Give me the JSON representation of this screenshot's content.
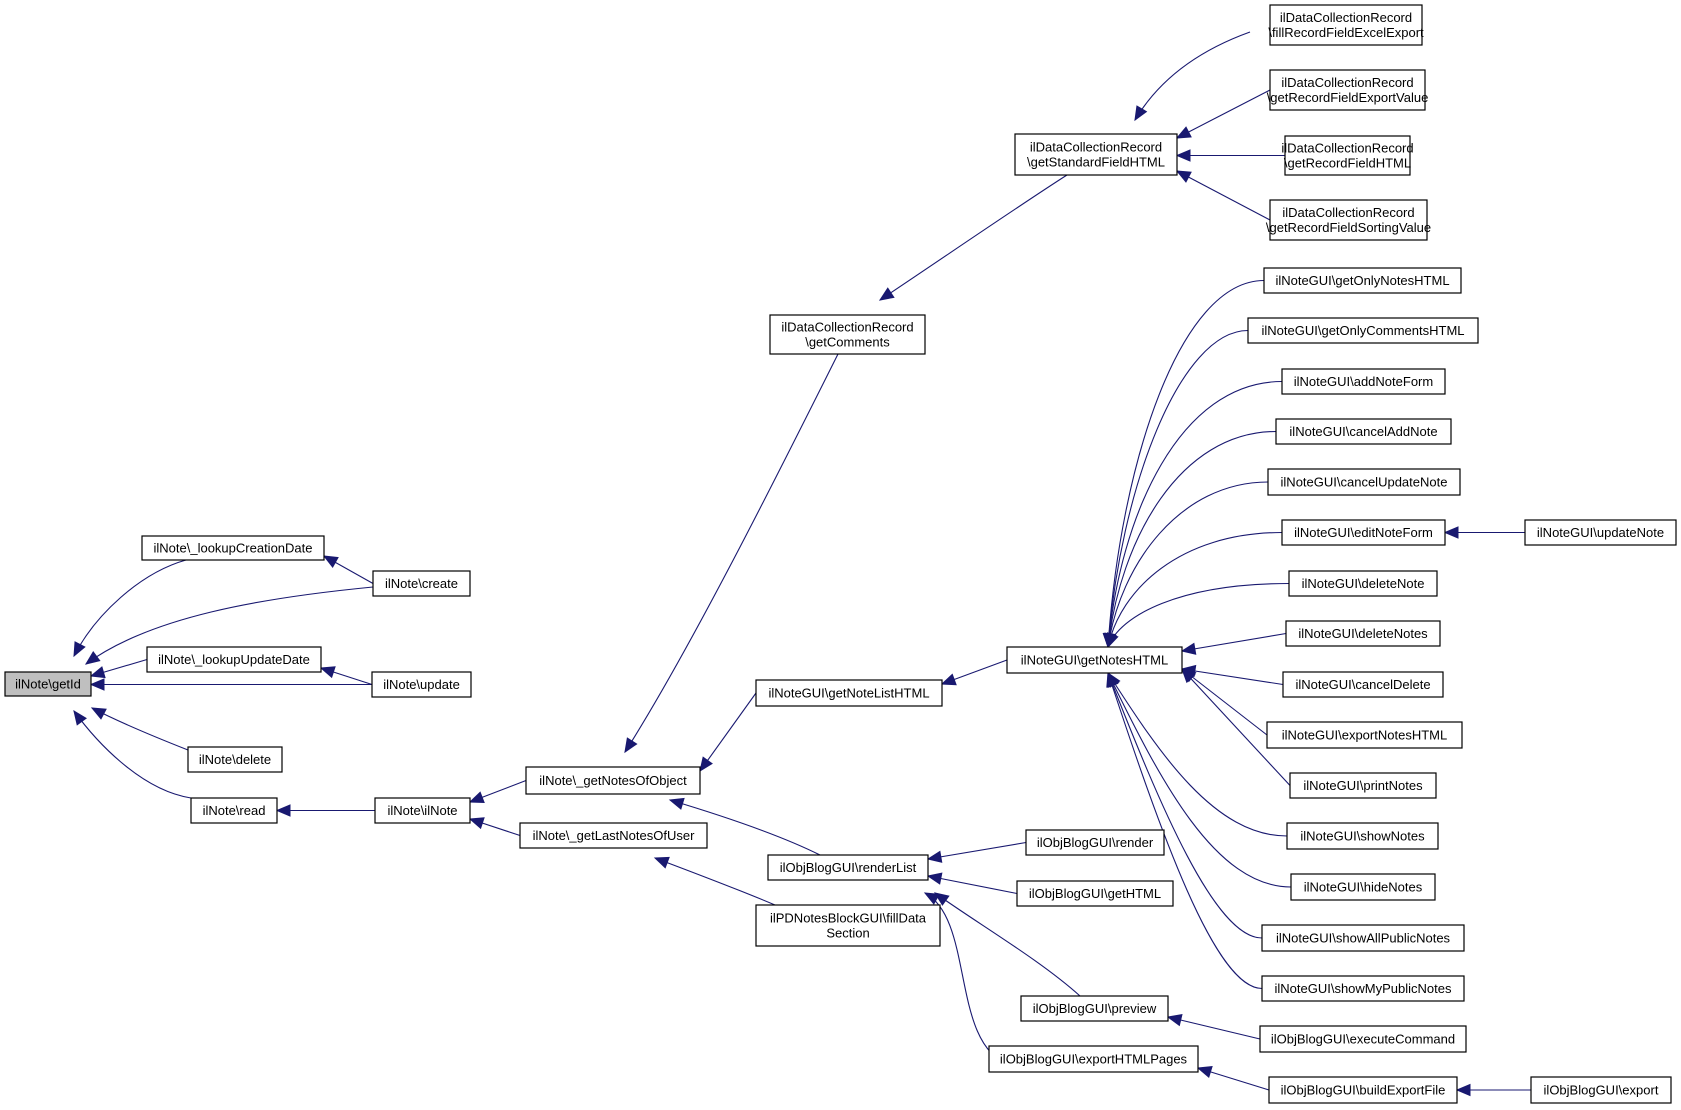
{
  "colors": {
    "edge": "#191970",
    "root_fill": "#bfbfbf",
    "node_fill": "#ffffff",
    "node_border": "#000000"
  },
  "nodes": [
    {
      "id": "getId",
      "lines": [
        "ilNote\\getId"
      ]
    },
    {
      "id": "lookupCreationDate",
      "lines": [
        "ilNote\\_lookupCreationDate"
      ]
    },
    {
      "id": "create",
      "lines": [
        "ilNote\\create"
      ]
    },
    {
      "id": "lookupUpdateDate",
      "lines": [
        "ilNote\\_lookupUpdateDate"
      ]
    },
    {
      "id": "update",
      "lines": [
        "ilNote\\update"
      ]
    },
    {
      "id": "delete",
      "lines": [
        "ilNote\\delete"
      ]
    },
    {
      "id": "read",
      "lines": [
        "ilNote\\read"
      ]
    },
    {
      "id": "ilNote",
      "lines": [
        "ilNote\\ilNote"
      ]
    },
    {
      "id": "getNotesOfObject",
      "lines": [
        "ilNote\\_getNotesOfObject"
      ]
    },
    {
      "id": "getLastNotesOfUser",
      "lines": [
        "ilNote\\_getLastNotesOfUser"
      ]
    },
    {
      "id": "dcGetComments",
      "lines": [
        "ilDataCollectionRecord",
        "\\getComments"
      ]
    },
    {
      "id": "dcGetStandardFieldHTML",
      "lines": [
        "ilDataCollectionRecord",
        "\\getStandardFieldHTML"
      ]
    },
    {
      "id": "dcFillExcel",
      "lines": [
        "ilDataCollectionRecord",
        "\\fillRecordFieldExcelExport"
      ]
    },
    {
      "id": "dcExportValue",
      "lines": [
        "ilDataCollectionRecord",
        "\\getRecordFieldExportValue"
      ]
    },
    {
      "id": "dcFieldHTML",
      "lines": [
        "ilDataCollectionRecord",
        "\\getRecordFieldHTML"
      ]
    },
    {
      "id": "dcSortingValue",
      "lines": [
        "ilDataCollectionRecord",
        "\\getRecordFieldSortingValue"
      ]
    },
    {
      "id": "getNoteListHTML",
      "lines": [
        "ilNoteGUI\\getNoteListHTML"
      ]
    },
    {
      "id": "getNotesHTML",
      "lines": [
        "ilNoteGUI\\getNotesHTML"
      ]
    },
    {
      "id": "renderList",
      "lines": [
        "ilObjBlogGUI\\renderList"
      ]
    },
    {
      "id": "pdFillData",
      "lines": [
        "ilPDNotesBlockGUI\\fillData",
        "Section"
      ]
    },
    {
      "id": "getOnlyNotesHTML",
      "lines": [
        "ilNoteGUI\\getOnlyNotesHTML"
      ]
    },
    {
      "id": "getOnlyCommentsHTML",
      "lines": [
        "ilNoteGUI\\getOnlyCommentsHTML"
      ]
    },
    {
      "id": "addNoteForm",
      "lines": [
        "ilNoteGUI\\addNoteForm"
      ]
    },
    {
      "id": "cancelAddNote",
      "lines": [
        "ilNoteGUI\\cancelAddNote"
      ]
    },
    {
      "id": "cancelUpdateNote",
      "lines": [
        "ilNoteGUI\\cancelUpdateNote"
      ]
    },
    {
      "id": "editNoteForm",
      "lines": [
        "ilNoteGUI\\editNoteForm"
      ]
    },
    {
      "id": "updateNote",
      "lines": [
        "ilNoteGUI\\updateNote"
      ]
    },
    {
      "id": "deleteNote",
      "lines": [
        "ilNoteGUI\\deleteNote"
      ]
    },
    {
      "id": "deleteNotes",
      "lines": [
        "ilNoteGUI\\deleteNotes"
      ]
    },
    {
      "id": "cancelDelete",
      "lines": [
        "ilNoteGUI\\cancelDelete"
      ]
    },
    {
      "id": "exportNotesHTML",
      "lines": [
        "ilNoteGUI\\exportNotesHTML"
      ]
    },
    {
      "id": "printNotes",
      "lines": [
        "ilNoteGUI\\printNotes"
      ]
    },
    {
      "id": "showNotes",
      "lines": [
        "ilNoteGUI\\showNotes"
      ]
    },
    {
      "id": "hideNotes",
      "lines": [
        "ilNoteGUI\\hideNotes"
      ]
    },
    {
      "id": "showAllPublicNotes",
      "lines": [
        "ilNoteGUI\\showAllPublicNotes"
      ]
    },
    {
      "id": "showMyPublicNotes",
      "lines": [
        "ilNoteGUI\\showMyPublicNotes"
      ]
    },
    {
      "id": "blogRender",
      "lines": [
        "ilObjBlogGUI\\render"
      ]
    },
    {
      "id": "blogGetHTML",
      "lines": [
        "ilObjBlogGUI\\getHTML"
      ]
    },
    {
      "id": "blogPreview",
      "lines": [
        "ilObjBlogGUI\\preview"
      ]
    },
    {
      "id": "blogExportHTMLPages",
      "lines": [
        "ilObjBlogGUI\\exportHTMLPages"
      ]
    },
    {
      "id": "blogExecuteCommand",
      "lines": [
        "ilObjBlogGUI\\executeCommand"
      ]
    },
    {
      "id": "blogBuildExportFile",
      "lines": [
        "ilObjBlogGUI\\buildExportFile"
      ]
    },
    {
      "id": "blogExport",
      "lines": [
        "ilObjBlogGUI\\export"
      ]
    }
  ],
  "edges": [
    {
      "from": "lookupCreationDate",
      "to": "getId"
    },
    {
      "from": "create",
      "to": "getId"
    },
    {
      "from": "lookupUpdateDate",
      "to": "getId"
    },
    {
      "from": "update",
      "to": "getId"
    },
    {
      "from": "delete",
      "to": "getId"
    },
    {
      "from": "read",
      "to": "getId"
    },
    {
      "from": "create",
      "to": "lookupCreationDate"
    },
    {
      "from": "update",
      "to": "lookupUpdateDate"
    },
    {
      "from": "ilNote",
      "to": "read"
    },
    {
      "from": "getNotesOfObject",
      "to": "ilNote"
    },
    {
      "from": "getLastNotesOfUser",
      "to": "ilNote"
    },
    {
      "from": "dcGetComments",
      "to": "getNotesOfObject"
    },
    {
      "from": "getNoteListHTML",
      "to": "getNotesOfObject"
    },
    {
      "from": "renderList",
      "to": "getNotesOfObject"
    },
    {
      "from": "pdFillData",
      "to": "getLastNotesOfUser"
    },
    {
      "from": "dcGetStandardFieldHTML",
      "to": "dcGetComments"
    },
    {
      "from": "dcFillExcel",
      "to": "dcGetStandardFieldHTML"
    },
    {
      "from": "dcExportValue",
      "to": "dcGetStandardFieldHTML"
    },
    {
      "from": "dcFieldHTML",
      "to": "dcGetStandardFieldHTML"
    },
    {
      "from": "dcSortingValue",
      "to": "dcGetStandardFieldHTML"
    },
    {
      "from": "getNotesHTML",
      "to": "getNoteListHTML"
    },
    {
      "from": "getOnlyNotesHTML",
      "to": "getNotesHTML"
    },
    {
      "from": "getOnlyCommentsHTML",
      "to": "getNotesHTML"
    },
    {
      "from": "addNoteForm",
      "to": "getNotesHTML"
    },
    {
      "from": "cancelAddNote",
      "to": "getNotesHTML"
    },
    {
      "from": "cancelUpdateNote",
      "to": "getNotesHTML"
    },
    {
      "from": "editNoteForm",
      "to": "getNotesHTML"
    },
    {
      "from": "deleteNote",
      "to": "getNotesHTML"
    },
    {
      "from": "deleteNotes",
      "to": "getNotesHTML"
    },
    {
      "from": "cancelDelete",
      "to": "getNotesHTML"
    },
    {
      "from": "exportNotesHTML",
      "to": "getNotesHTML"
    },
    {
      "from": "printNotes",
      "to": "getNotesHTML"
    },
    {
      "from": "showNotes",
      "to": "getNotesHTML"
    },
    {
      "from": "hideNotes",
      "to": "getNotesHTML"
    },
    {
      "from": "showAllPublicNotes",
      "to": "getNotesHTML"
    },
    {
      "from": "showMyPublicNotes",
      "to": "getNotesHTML"
    },
    {
      "from": "updateNote",
      "to": "editNoteForm"
    },
    {
      "from": "blogRender",
      "to": "renderList"
    },
    {
      "from": "blogGetHTML",
      "to": "renderList"
    },
    {
      "from": "blogPreview",
      "to": "renderList"
    },
    {
      "from": "blogExportHTMLPages",
      "to": "renderList"
    },
    {
      "from": "blogExecuteCommand",
      "to": "blogPreview"
    },
    {
      "from": "blogBuildExportFile",
      "to": "blogExportHTMLPages"
    },
    {
      "from": "blogExport",
      "to": "blogBuildExportFile"
    }
  ]
}
